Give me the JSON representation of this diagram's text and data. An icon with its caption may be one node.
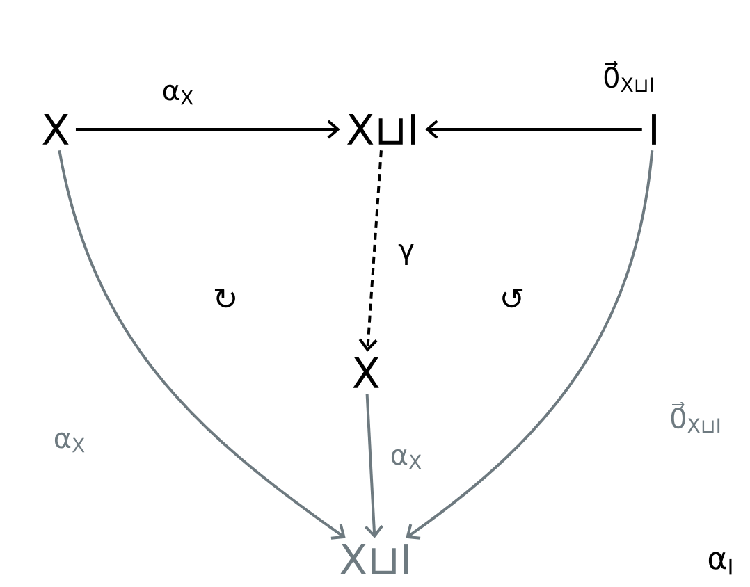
{
  "diagram": {
    "nodes": [
      {
        "text": [
          "X"
        ]
      },
      {
        "text": [
          "X⊔I"
        ]
      },
      {
        "text": [
          "I"
        ]
      },
      {
        "text": [
          "X"
        ]
      },
      {
        "text": [
          "X⊔I"
        ]
      }
    ],
    "edges": [
      {
        "from": 0,
        "to": 1,
        "arrow": "to",
        "label": "α$_{X}$"
      },
      {
        "from": 2,
        "to": 1,
        "arrow": "to",
        "label": "0⃗$_{X⊔I}$"
      },
      {
        "from": 1,
        "to": 3,
        "arrow": "to",
        "label": "γ",
        "style": "dashed"
      },
      {
        "from": 0,
        "to": 4,
        "arrow": "to",
        "label": "α$_{X}$",
        "color": "#6e7a80"
      },
      {
        "from": 3,
        "to": 4,
        "arrow": "to",
        "label": "α$_{X}$",
        "color": "#6e7a80"
      },
      {
        "from": 2,
        "to": 4,
        "arrow": "to",
        "label": "0⃗$_{X⊔I}$",
        "color": "#6e7a80"
      }
    ],
    "labels": [
      "↻",
      "↺",
      "α$_{I}$"
    ]
  }
}
